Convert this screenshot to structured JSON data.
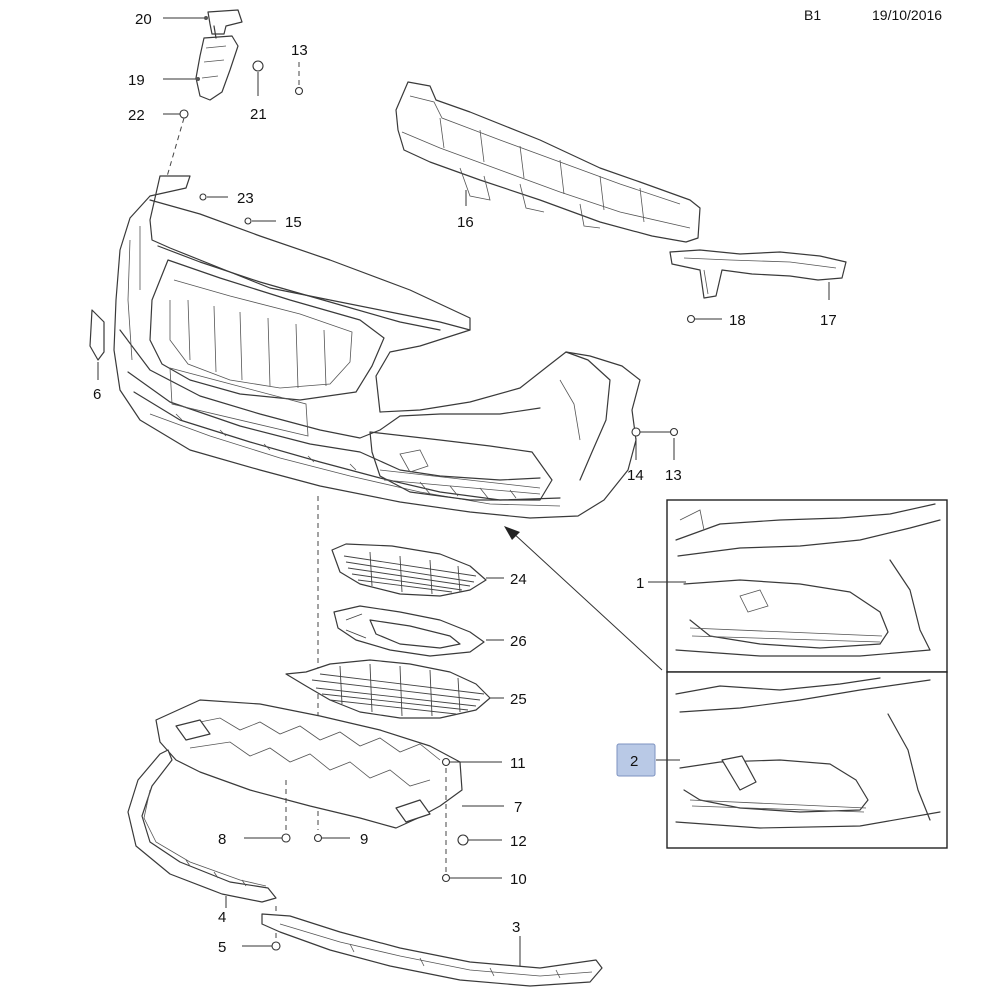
{
  "header": {
    "sheet_code": "B1",
    "date": "19/10/2016"
  },
  "highlight_color": "#b9c9e6",
  "callouts": {
    "c20": "20",
    "c13a": "13",
    "c19": "19",
    "c21": "21",
    "c22": "22",
    "c23": "23",
    "c15": "15",
    "c16": "16",
    "c17": "17",
    "c18": "18",
    "c6": "6",
    "c14": "14",
    "c13b": "13",
    "c24": "24",
    "c26": "26",
    "c25": "25",
    "c11": "11",
    "c7": "7",
    "c12": "12",
    "c10": "10",
    "c8": "8",
    "c9": "9",
    "c4": "4",
    "c5": "5",
    "c3": "3",
    "c1": "1",
    "c2": "2"
  }
}
